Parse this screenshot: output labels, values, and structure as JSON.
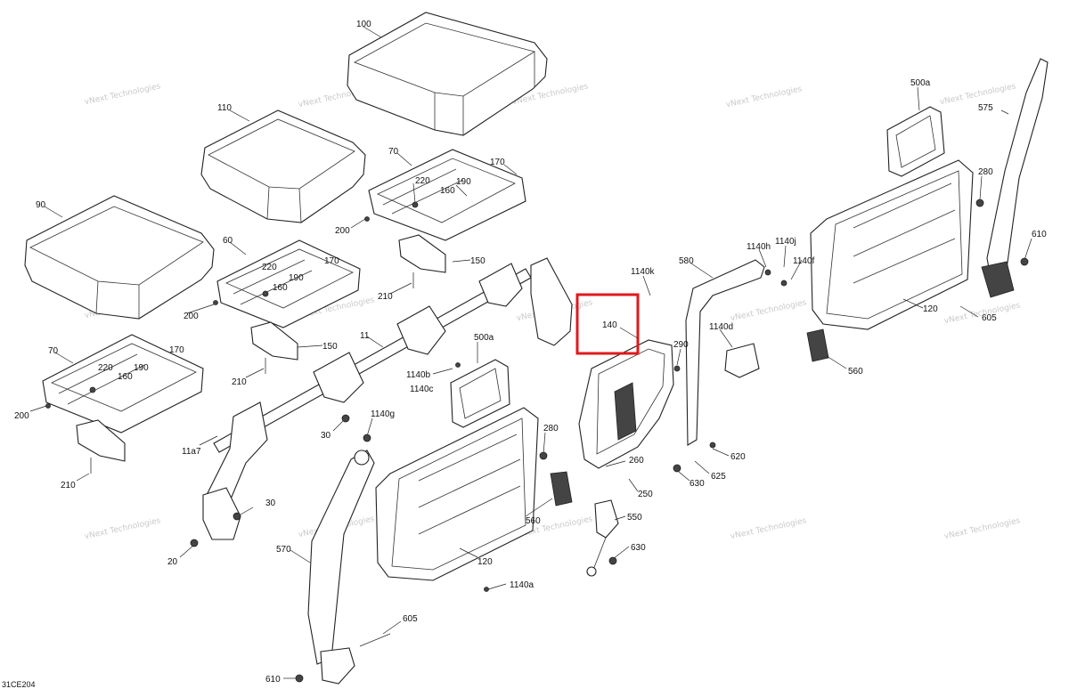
{
  "diagram": {
    "code": "31CE204",
    "watermark_line1": "vNext",
    "watermark_line2": "Technologies",
    "watermark_text": "vNext Technologies",
    "highlight_color": "#e0191c",
    "labels": [
      {
        "id": "l100",
        "text": "100"
      },
      {
        "id": "l110",
        "text": "110"
      },
      {
        "id": "l90",
        "text": "90"
      },
      {
        "id": "l70a",
        "text": "70"
      },
      {
        "id": "l170a",
        "text": "170"
      },
      {
        "id": "l190a",
        "text": "190"
      },
      {
        "id": "l220a",
        "text": "220"
      },
      {
        "id": "l160a",
        "text": "160"
      },
      {
        "id": "l200a",
        "text": "200"
      },
      {
        "id": "l150a",
        "text": "150"
      },
      {
        "id": "l210a",
        "text": "210"
      },
      {
        "id": "l60",
        "text": "60"
      },
      {
        "id": "l220b",
        "text": "220"
      },
      {
        "id": "l190b",
        "text": "190"
      },
      {
        "id": "l170b",
        "text": "170"
      },
      {
        "id": "l160b",
        "text": "160"
      },
      {
        "id": "l200b",
        "text": "200"
      },
      {
        "id": "l150b",
        "text": "150"
      },
      {
        "id": "l210b",
        "text": "210"
      },
      {
        "id": "l70b",
        "text": "70"
      },
      {
        "id": "l170c",
        "text": "170"
      },
      {
        "id": "l220c",
        "text": "220"
      },
      {
        "id": "l190c",
        "text": "190"
      },
      {
        "id": "l160c",
        "text": "160"
      },
      {
        "id": "l200c",
        "text": "200"
      },
      {
        "id": "l210c",
        "text": "210"
      },
      {
        "id": "l11",
        "text": "11"
      },
      {
        "id": "l1140b",
        "text": "1140b"
      },
      {
        "id": "l1140c",
        "text": "1140c"
      },
      {
        "id": "l500a1",
        "text": "500a"
      },
      {
        "id": "l1140g",
        "text": "1140g"
      },
      {
        "id": "l30a",
        "text": "30"
      },
      {
        "id": "l11a7",
        "text": "11a7"
      },
      {
        "id": "l30b",
        "text": "30"
      },
      {
        "id": "l20",
        "text": "20"
      },
      {
        "id": "l570",
        "text": "570"
      },
      {
        "id": "l280a",
        "text": "280"
      },
      {
        "id": "l560a",
        "text": "560"
      },
      {
        "id": "l120a",
        "text": "120"
      },
      {
        "id": "l1140a",
        "text": "1140a"
      },
      {
        "id": "l605",
        "text": "605"
      },
      {
        "id": "l610a",
        "text": "610"
      },
      {
        "id": "l1140k",
        "text": "1140k"
      },
      {
        "id": "l140",
        "text": "140"
      },
      {
        "id": "l290",
        "text": "290"
      },
      {
        "id": "l260",
        "text": "260"
      },
      {
        "id": "l250",
        "text": "250"
      },
      {
        "id": "l550",
        "text": "550"
      },
      {
        "id": "l630a",
        "text": "630"
      },
      {
        "id": "l580",
        "text": "580"
      },
      {
        "id": "l1140h",
        "text": "1140h"
      },
      {
        "id": "l1140j",
        "text": "1140j"
      },
      {
        "id": "l1140f",
        "text": "1140f"
      },
      {
        "id": "l1140d",
        "text": "1140d"
      },
      {
        "id": "l620",
        "text": "620"
      },
      {
        "id": "l625",
        "text": "625"
      },
      {
        "id": "l630b",
        "text": "630"
      },
      {
        "id": "l500a2",
        "text": "500a"
      },
      {
        "id": "l575",
        "text": "575"
      },
      {
        "id": "l280b",
        "text": "280"
      },
      {
        "id": "l610b",
        "text": "610"
      },
      {
        "id": "l120b",
        "text": "120"
      },
      {
        "id": "l605b",
        "text": "605"
      },
      {
        "id": "l560b",
        "text": "560"
      }
    ]
  }
}
